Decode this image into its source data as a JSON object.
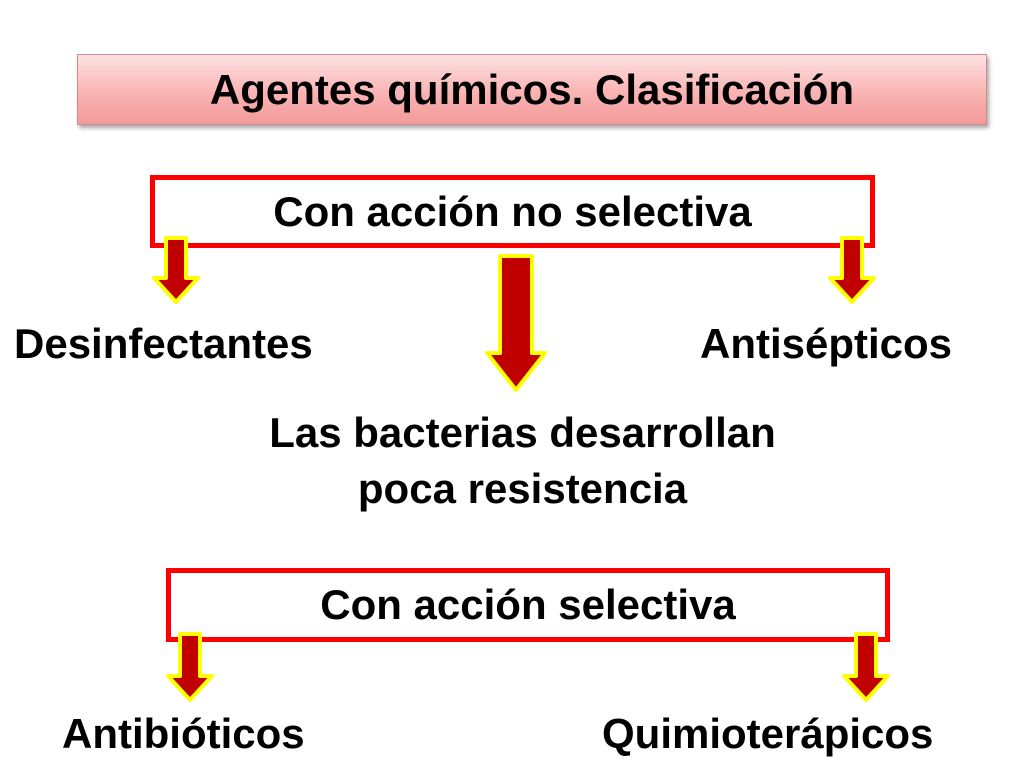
{
  "title": "Agentes químicos. Clasificación",
  "non_selective": {
    "label": "Con acción no selectiva",
    "left": "Desinfectantes",
    "right": "Antisépticos",
    "note_line1": "Las bacterias desarrollan",
    "note_line2": "poca resistencia"
  },
  "selective": {
    "label": "Con acción selectiva",
    "left": "Antibióticos",
    "right": "Quimioterápicos"
  },
  "colors": {
    "box_border": "#ff0000",
    "arrow_fill": "#c00000",
    "arrow_outline": "#ffff00",
    "title_fill": "#f9b3b3"
  }
}
